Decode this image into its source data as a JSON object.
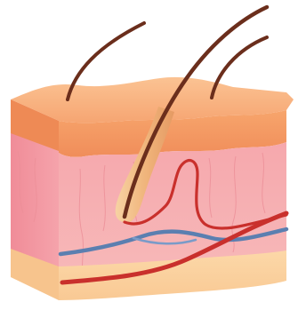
{
  "diagram": {
    "subject": "skin-cross-section",
    "layers": [
      {
        "id": "epidermis",
        "color": "#f59a62"
      },
      {
        "id": "dermis",
        "color": "#f7aeb2"
      },
      {
        "id": "hypodermis",
        "color": "#fbd7a3"
      }
    ],
    "hairs": 3,
    "vessels": [
      {
        "id": "artery",
        "color": "#c9302c"
      },
      {
        "id": "vein",
        "color": "#5b7fb0"
      }
    ],
    "colors": {
      "hair": "#6b2e1c",
      "follicle": "#f2c48d",
      "dermis_lines": "#e98f97",
      "top_surface": "#f9b47f"
    }
  }
}
